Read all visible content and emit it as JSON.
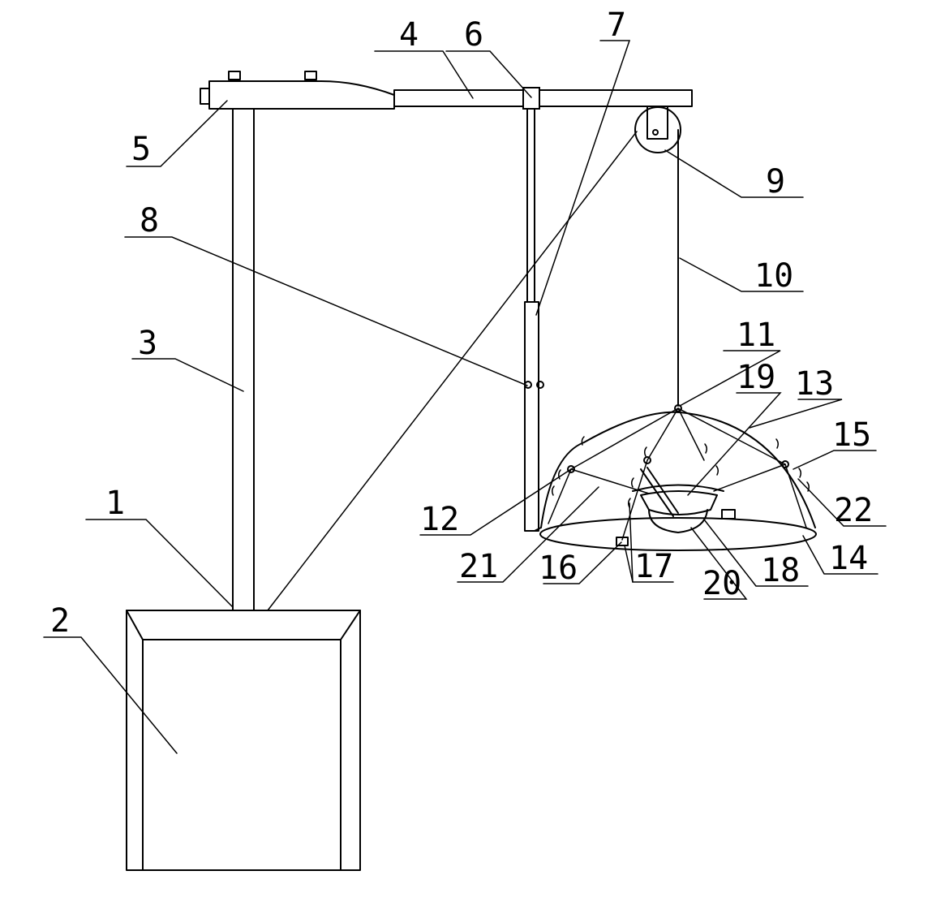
{
  "figure": {
    "labels": {
      "n1": "1",
      "n2": "2",
      "n3": "3",
      "n4": "4",
      "n5": "5",
      "n6": "6",
      "n7": "7",
      "n8": "8",
      "n9": "9",
      "n10": "10",
      "n11": "11",
      "n12": "12",
      "n13": "13",
      "n14": "14",
      "n15": "15",
      "n16": "16",
      "n17": "17",
      "n18": "18",
      "n19": "19",
      "n20": "20",
      "n21": "21",
      "n22": "22"
    }
  }
}
